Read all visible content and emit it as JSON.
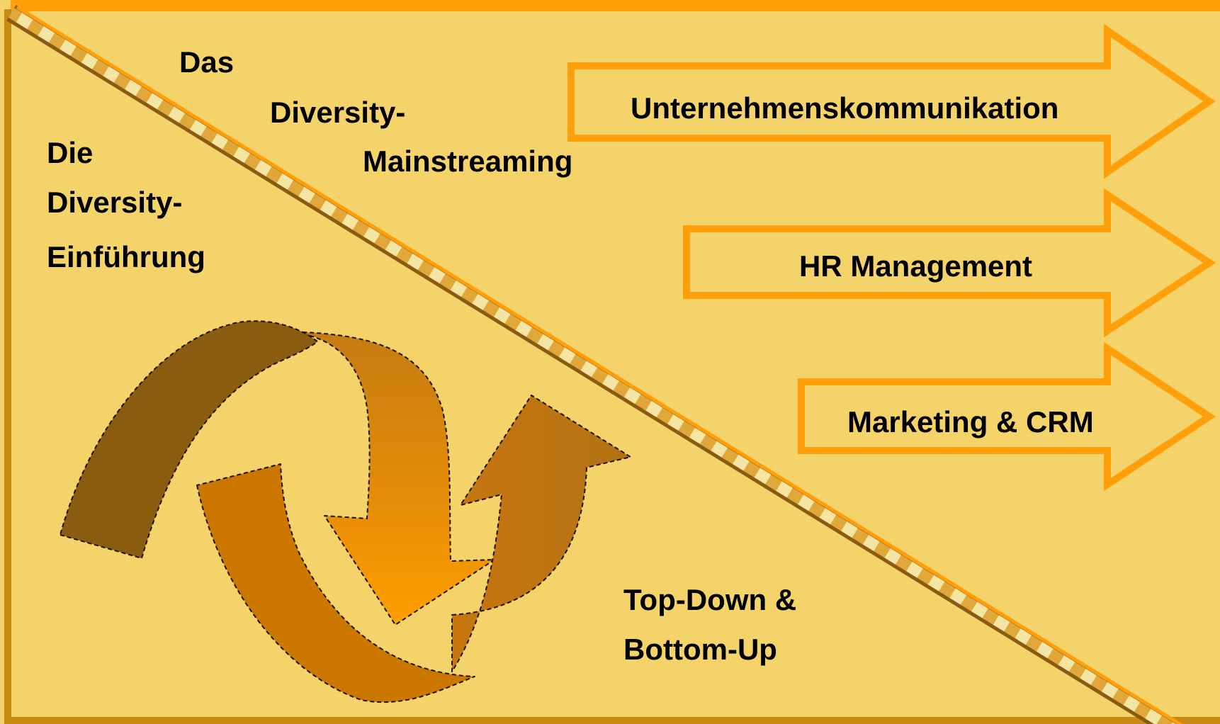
{
  "upper_section": {
    "title_lines": [
      "Das",
      "Diversity-",
      "Mainstreaming"
    ]
  },
  "lower_section": {
    "title_lines": [
      "Die",
      "Diversity-",
      "Einführung"
    ],
    "cycle_lines": [
      "Top-Down &",
      "Bottom-Up"
    ]
  },
  "arrows": [
    {
      "label": "Unternehmenskommunikation"
    },
    {
      "label": "HR Management"
    },
    {
      "label": "Marketing & CRM"
    }
  ],
  "colors": {
    "background": "#f5d36b",
    "frame_top": "#ffa00a",
    "frame_sides": "#c98a14",
    "arrow_outline": "#ffa00a",
    "cycle_dark": "#8a5c10",
    "cycle_mid": "#cc7600",
    "cycle_light": "#ff9a00"
  },
  "icons": {
    "cycle": "circular-arrows-icon",
    "divider": "diagonal-divider-line"
  }
}
